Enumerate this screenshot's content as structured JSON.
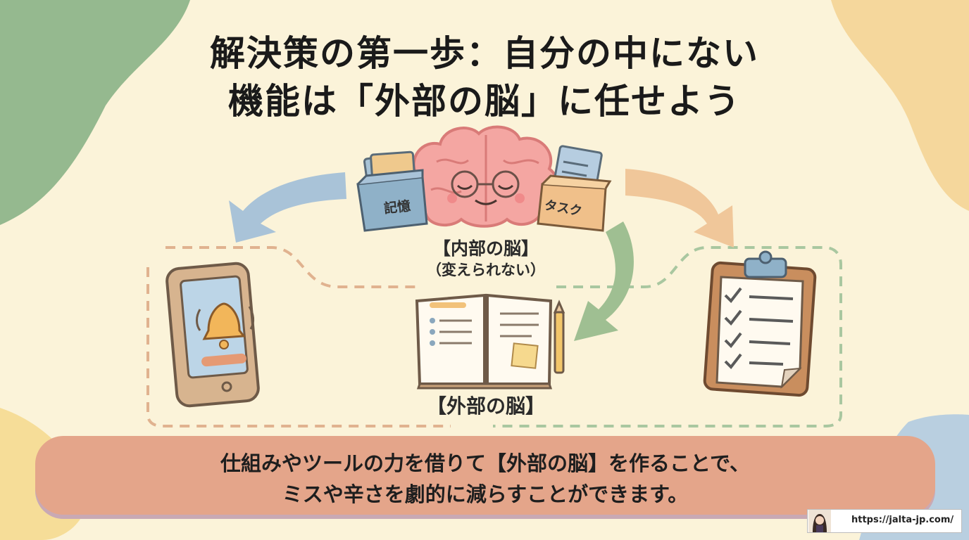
{
  "title": {
    "line1": "解決策の第一歩：自分の中にない",
    "line2": "機能は「外部の脳」に任せよう"
  },
  "inner_brain": {
    "label": "【内部の脳】",
    "sublabel": "（変えられない）",
    "box_memory": "記憶",
    "box_task": "タスク"
  },
  "outer_brain": {
    "label": "【外部の脳】"
  },
  "summary": {
    "line1": "仕組みやツールの力を借りて【外部の脳】を作ることで、",
    "line2": "ミスや辛さを劇的に減らすことができます。"
  },
  "footer": {
    "url": "https://jalta-jp.com/"
  },
  "colors": {
    "background": "#fbf3d9",
    "summary_bg": "#e4a58a",
    "arrow_blue": "#a9c3d8",
    "arrow_orange": "#f0c79a",
    "arrow_green": "#9fbf92",
    "dashed_orange": "#e0b28f",
    "dashed_green": "#a9c7a0"
  },
  "icons": [
    "brain-icon",
    "box-icon",
    "smartphone-bell-icon",
    "notebook-icon",
    "pencil-icon",
    "clipboard-checklist-icon"
  ]
}
